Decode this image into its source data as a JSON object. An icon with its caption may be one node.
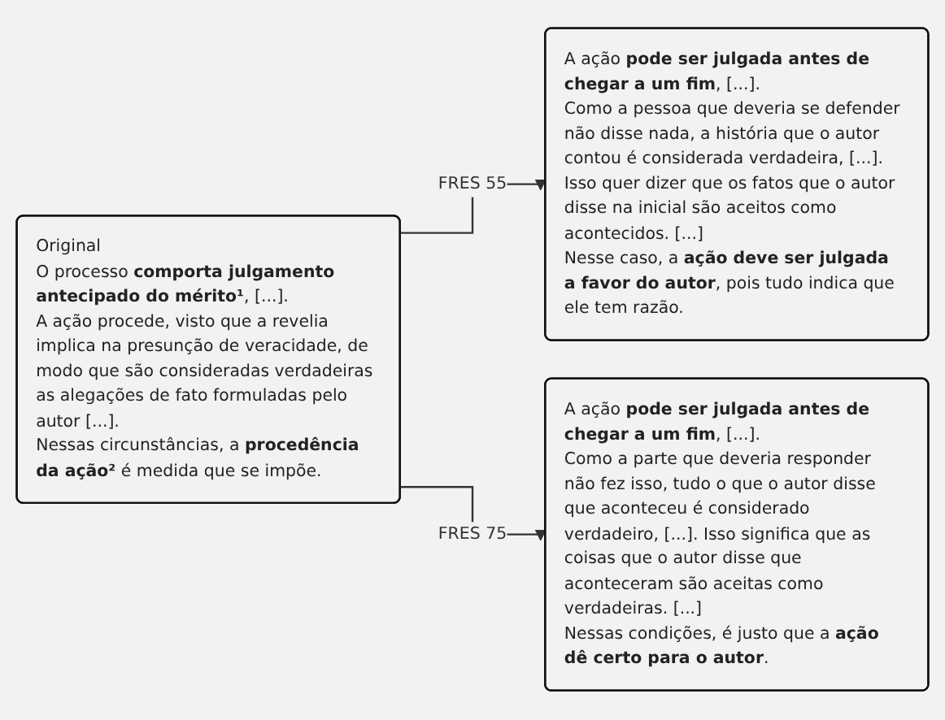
{
  "diagram": {
    "nodes": [
      {
        "text": [
          "Original",
          "O processo **comporta julgamento antecipado do mérito¹**, [...].",
          "A ação procede, visto que a revelia implica na presunção de veracidade, de modo que são consideradas verdadeiras as alegações de fato formuladas pelo autor [...].",
          "Nessas circunstâncias, a **procedência da ação²** é medida que se impõe."
        ]
      },
      {
        "text": [
          "A ação **pode ser julgada antes de chegar a um fim**, [...].",
          "Como a pessoa que deveria se defender não disse nada, a história que o autor contou é considerada verdadeira, [...]. Isso quer dizer que os fatos que o autor disse na inicial são aceitos como acontecidos. [...]",
          "Nesse caso, a **ação deve ser julgada a favor do autor**, pois tudo indica que ele tem razão."
        ]
      },
      {
        "text": [
          "A ação **pode ser julgada antes de chegar a um fim**, [...].",
          "Como a parte que deveria responder não fez isso, tudo o que o autor disse que aconteceu é considerado verdadeiro, [...]. Isso significa que as coisas que o autor disse que aconteceram são aceitas como verdadeiras. [...]",
          "Nessas condições, é justo que a **ação dê certo para o autor**."
        ]
      }
    ],
    "edges": [
      {
        "from": 0,
        "to": 1,
        "arrow": "to",
        "label": "FRES 55"
      },
      {
        "from": 0,
        "to": 2,
        "arrow": "to",
        "label": "FRES 75"
      }
    ]
  }
}
